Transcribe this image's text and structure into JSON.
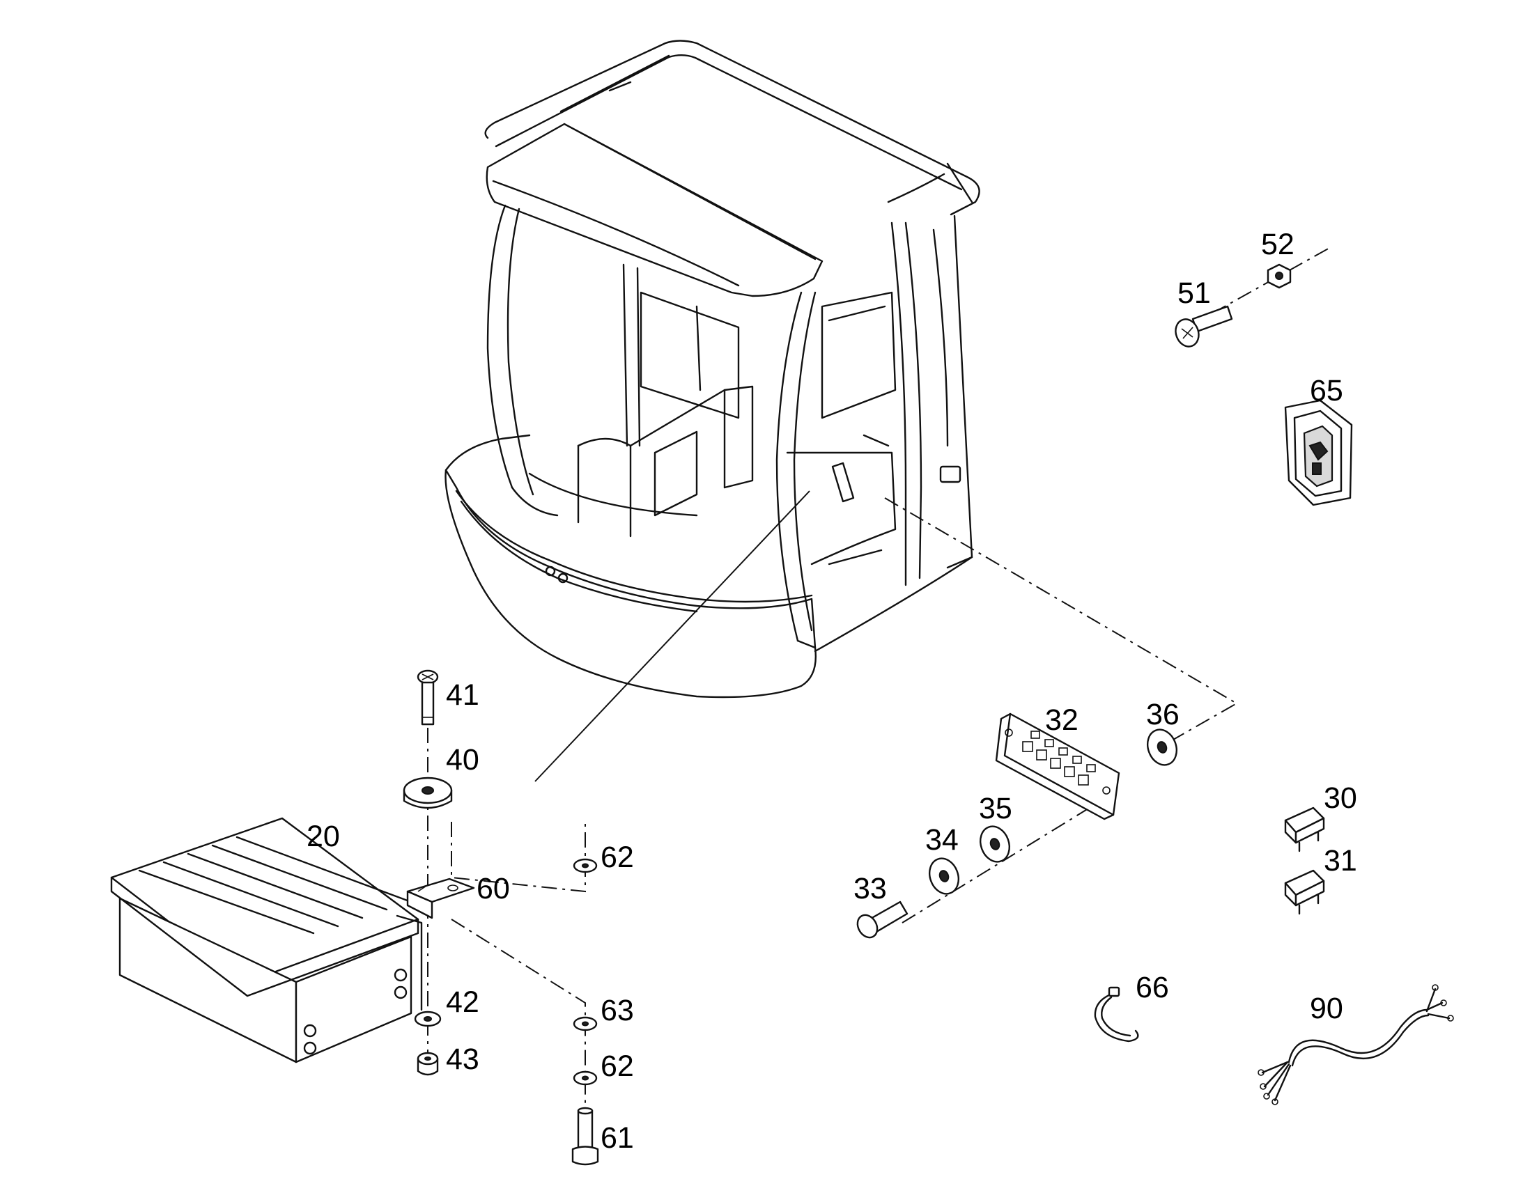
{
  "labels": {
    "p20": "20",
    "p30": "30",
    "p31": "31",
    "p32": "32",
    "p33": "33",
    "p34": "34",
    "p35": "35",
    "p36": "36",
    "p40": "40",
    "p41": "41",
    "p42": "42",
    "p43": "43",
    "p51": "51",
    "p52": "52",
    "p60": "60",
    "p61": "61",
    "p62a": "62",
    "p62b": "62",
    "p63": "63",
    "p65": "65",
    "p66": "66",
    "p90": "90"
  },
  "colors": {
    "line": "#111111",
    "background": "#ffffff"
  }
}
